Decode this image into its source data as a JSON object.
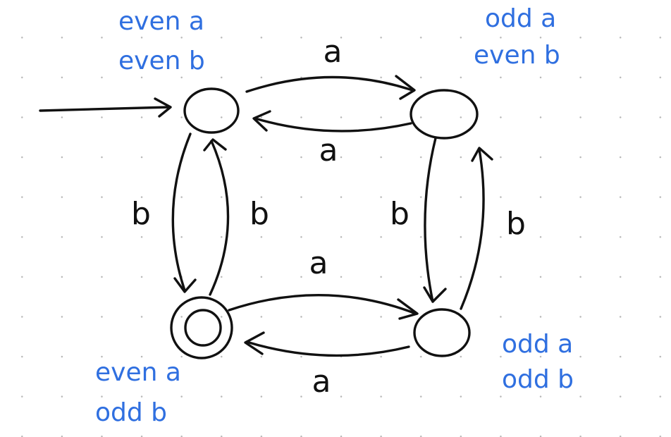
{
  "diagram": {
    "states": {
      "q0": {
        "line1": "even a",
        "line2": "even b",
        "start": true,
        "accepting": false
      },
      "q1": {
        "line1": "odd a",
        "line2": "even b",
        "start": false,
        "accepting": false
      },
      "q2": {
        "line1": "even a",
        "line2": "odd b",
        "start": false,
        "accepting": true
      },
      "q3": {
        "line1": "odd a",
        "line2": "odd b",
        "start": false,
        "accepting": false
      }
    },
    "transitions": {
      "q0_to_q1": "a",
      "q1_to_q0": "a",
      "q2_to_q3": "a",
      "q3_to_q2": "a",
      "q0_to_q2": "b",
      "q2_to_q0": "b",
      "q1_to_q3": "b",
      "q3_to_q1": "b"
    },
    "colors": {
      "ink": "#111111",
      "label": "#2f6fe0",
      "grid_dot": "#b5b5b5"
    }
  }
}
